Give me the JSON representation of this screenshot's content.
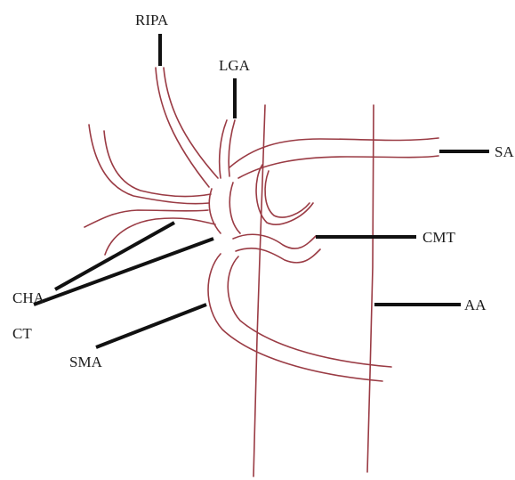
{
  "diagram": {
    "stroke_color": "#9a3b44",
    "leader_color": "#111111",
    "labels": {
      "ripa": "RIPA",
      "lga": "LGA",
      "sa": "SA",
      "cmt": "CMT",
      "aa": "AA",
      "cha": "CHA",
      "ct": "CT",
      "sma": "SMA"
    }
  }
}
